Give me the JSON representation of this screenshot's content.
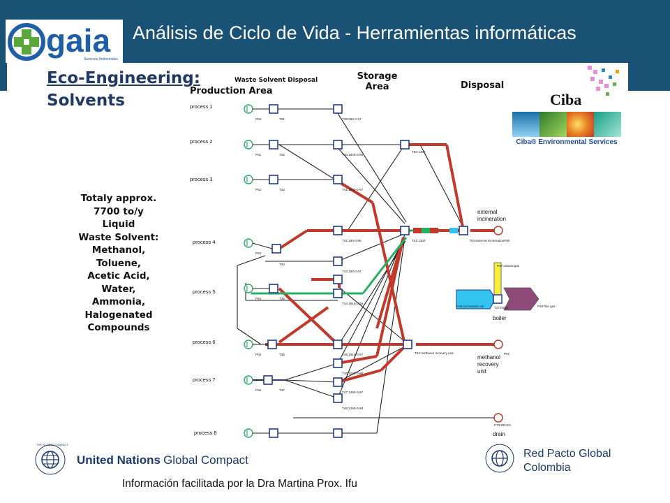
{
  "header": {
    "title": "Análisis de Ciclo de Vida - Herramientas informáticas",
    "logo_word": "gaia",
    "logo_tagline": "Servicios Ambientales"
  },
  "slide": {
    "title_line1": "Eco-Engineering:",
    "title_line2": "Solvents"
  },
  "columns": {
    "waste_solvent": "Waste Solvent Disposal",
    "production": "Production Area",
    "storage_1": "Storage",
    "storage_2": "Area",
    "disposal": "Disposal"
  },
  "summary": [
    "Totaly approx.",
    "7700 to/y",
    "Liquid",
    "Waste Solvent:",
    "Methanol,",
    "Toluene,",
    "Acetic Acid,",
    "Water,",
    "Ammonia,",
    "Halogenated",
    "Compounds"
  ],
  "processes": [
    {
      "label": "process 1",
      "pump": "P50",
      "tank": "T31",
      "store": "T39:060-0-97"
    },
    {
      "label": "process 2",
      "pump": "P51",
      "tank": "T32",
      "store": "T40:1900-0-95"
    },
    {
      "label": "process 3",
      "pump": "P52",
      "tank": "T33",
      "store": "T41:1900-0-97"
    },
    {
      "label": "process 4",
      "pump": "P53",
      "tank": "T34",
      "store": "T42:190-0-95"
    },
    {
      "label": "process 5",
      "pump": "P54",
      "tank": "T35",
      "store": "T44:1910-0-95"
    },
    {
      "label": "process 6",
      "pump": "P55",
      "tank": "T36",
      "store": "T45:1910-0-97"
    },
    {
      "label": "process 7",
      "pump": "P56",
      "tank": "T37",
      "store": "T46:1290-0-95"
    },
    {
      "label": "process 8",
      "pump": "",
      "tank": "",
      "store": ""
    }
  ],
  "extra_stores": [
    "T43:190-0-97",
    "T47:1290-0-97",
    "T48:1290-0-50"
  ],
  "hub_labels": {
    "t50": "T50:1400",
    "t51": "T51:1300",
    "t52": "T52:methanol recovery unit",
    "t53": "T53:external incineration",
    "p60": "P60",
    "p61": "P61",
    "p73": "P73:DRAIN"
  },
  "destinations": {
    "external_1": "external",
    "external_2": "incineration",
    "boiler": "boiler",
    "methanol_1": "methanol",
    "methanol_2": "recovery",
    "methanol_3": "unit",
    "drain": "drain"
  },
  "boiler_labels": {
    "natural_gas": "P47:natural gas",
    "incin_air": "P48:incineration air",
    "t_boiler": "T27:boiler",
    "flue_gas": "P49:flue gas"
  },
  "ciba": {
    "word": "Ciba",
    "subtitle": "Ciba® Environmental Services"
  },
  "footer": {
    "un_ring": "THE GLOBAL COMPACT",
    "un_left": "United Nations",
    "un_right": "Global Compact",
    "red_1": "Red Pacto Global",
    "red_2": "Colombia",
    "credit": "Información facilitada por la Dra Martina Prox. Ifu"
  }
}
